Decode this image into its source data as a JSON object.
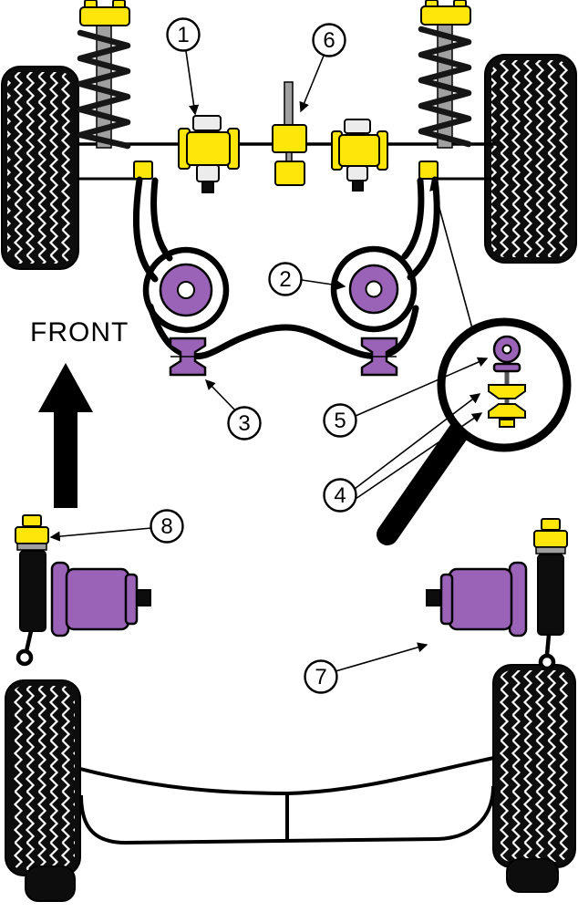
{
  "labels": {
    "front": "FRONT"
  },
  "callout_numbers": [
    "1",
    "2",
    "3",
    "4",
    "5",
    "6",
    "7",
    "8"
  ],
  "colors": {
    "bushing_purple": "#9B63B7",
    "part_yellow": "#FFE60A",
    "metal_gray": "#A0A0A0",
    "tire_black": "#0D0D0D",
    "line_black": "#000000",
    "background": "#FFFFFF"
  }
}
